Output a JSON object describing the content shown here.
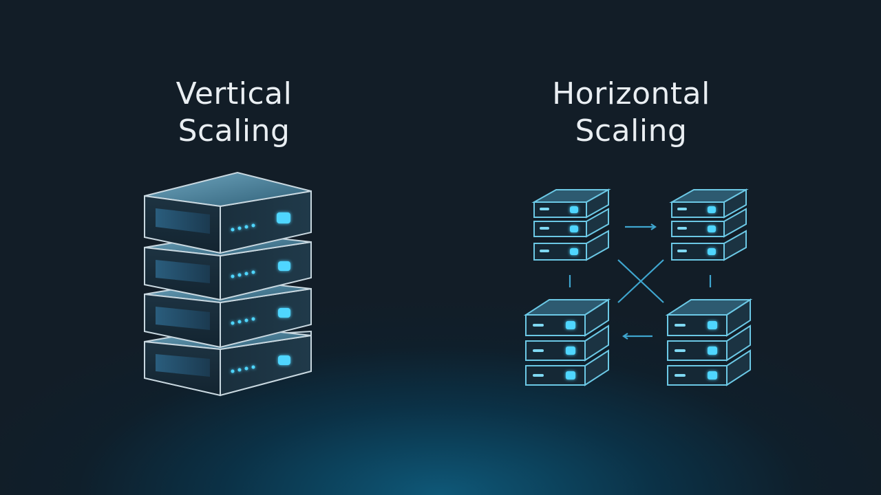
{
  "left": {
    "title_line1": "Vertical",
    "title_line2": "Scaling"
  },
  "right": {
    "title_line1": "Horizontal",
    "title_line2": "Scaling"
  },
  "icons": {
    "vertical_stack": "server-stack-icon",
    "cluster_node": "server-icon",
    "arrow": "arrow-icon"
  },
  "colors": {
    "accent": "#4fd6ff",
    "line": "#3a9bc8",
    "background": "#121d27"
  }
}
